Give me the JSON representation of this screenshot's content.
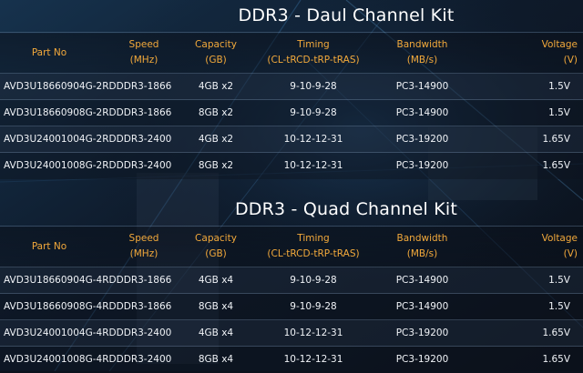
{
  "dual": {
    "title": "DDR3 - Daul Channel Kit",
    "headers": {
      "part": "Part No",
      "speed": "Speed",
      "speed_unit": "(MHz)",
      "capacity": "Capacity",
      "capacity_unit": "(GB)",
      "timing": "Timing",
      "timing_unit": "(CL-tRCD-tRP-tRAS)",
      "bandwidth": "Bandwidth",
      "bandwidth_unit": "(MB/s)",
      "voltage": "Voltage",
      "voltage_unit": "(V)"
    },
    "rows": [
      {
        "part": "AVD3U18660904G-2RD",
        "speed": "DDR3-1866",
        "capacity": "4GB x2",
        "timing": "9-10-9-28",
        "bandwidth": "PC3-14900",
        "voltage": "1.5V"
      },
      {
        "part": "AVD3U18660908G-2RD",
        "speed": "DDR3-1866",
        "capacity": "8GB x2",
        "timing": "9-10-9-28",
        "bandwidth": "PC3-14900",
        "voltage": "1.5V"
      },
      {
        "part": "AVD3U24001004G-2RD",
        "speed": "DDR3-2400",
        "capacity": "4GB x2",
        "timing": "10-12-12-31",
        "bandwidth": "PC3-19200",
        "voltage": "1.65V"
      },
      {
        "part": "AVD3U24001008G-2RD",
        "speed": "DDR3-2400",
        "capacity": "8GB x2",
        "timing": "10-12-12-31",
        "bandwidth": "PC3-19200",
        "voltage": "1.65V"
      }
    ]
  },
  "quad": {
    "title": "DDR3 - Quad Channel Kit",
    "headers": {
      "part": "Part No",
      "speed": "Speed",
      "speed_unit": "(MHz)",
      "capacity": "Capacity",
      "capacity_unit": "(GB)",
      "timing": "Timing",
      "timing_unit": "(CL-tRCD-tRP-tRAS)",
      "bandwidth": "Bandwidth",
      "bandwidth_unit": "(MB/s)",
      "voltage": "Voltage",
      "voltage_unit": "(V)"
    },
    "rows": [
      {
        "part": "AVD3U18660904G-4RD",
        "speed": "DDR3-1866",
        "capacity": "4GB x4",
        "timing": "9-10-9-28",
        "bandwidth": "PC3-14900",
        "voltage": "1.5V"
      },
      {
        "part": "AVD3U18660908G-4RD",
        "speed": "DDR3-1866",
        "capacity": "8GB x4",
        "timing": "9-10-9-28",
        "bandwidth": "PC3-14900",
        "voltage": "1.5V"
      },
      {
        "part": "AVD3U24001004G-4RD",
        "speed": "DDR3-2400",
        "capacity": "4GB x4",
        "timing": "10-12-12-31",
        "bandwidth": "PC3-19200",
        "voltage": "1.65V"
      },
      {
        "part": "AVD3U24001008G-4RD",
        "speed": "DDR3-2400",
        "capacity": "8GB x4",
        "timing": "10-12-12-31",
        "bandwidth": "PC3-19200",
        "voltage": "1.65V"
      }
    ]
  },
  "colors": {
    "header_text": "#f2a93b",
    "body_text": "#f0f3f7",
    "background": "#0c121d"
  }
}
